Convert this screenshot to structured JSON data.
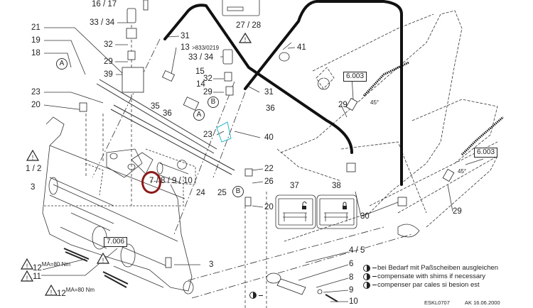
{
  "drawing": {
    "callouts": {
      "c16_17": "16 / 17",
      "c33_34_a": "33 / 34",
      "c32_a": "32",
      "c29_a": "29",
      "c39": "39",
      "c21": "21",
      "c19": "19",
      "c18": "18",
      "c23_a": "23",
      "c20_a": "20",
      "c31_a": "31",
      "c13": "13",
      "c13_note": ">833/0219",
      "c33_34_b": "33 / 34",
      "c15": "15",
      "c14": "14",
      "c32_b": "32",
      "c29_b": "29",
      "c35": "35",
      "c36_a": "36",
      "c27_28": "27 / 28",
      "c31_b": "31",
      "c36_b": "36",
      "c40": "40",
      "c23_b": "23",
      "c41": "41",
      "c29_c": "29",
      "c45_a": "45°",
      "c45_b": "45°",
      "c29_d": "29",
      "c30": "30",
      "c37": "37",
      "c38": "38",
      "c22": "22",
      "c26": "26",
      "c20_b": "20",
      "c24": "24",
      "c25": "25",
      "c7_10": "7 / 8 / 9 / 10",
      "c1_2": "1 / 2",
      "c3_a": "3",
      "c3_b": "3",
      "c12_a": "12",
      "c11": "11",
      "c12_b": "12",
      "torque_a": "MA=80  Nm",
      "torque_b": "MA=80  Nm",
      "c4_5": "4 / 5",
      "c6": "6",
      "c8": "8",
      "c9": "9",
      "c10": "10"
    },
    "ref_boxes": {
      "r6003_a": "6.003",
      "r6003_b": "6.003",
      "r7006": "7.006"
    },
    "port_markers": {
      "a1": "A",
      "a2": "A",
      "b1": "B",
      "b2": "B"
    },
    "highlighted_item": "7",
    "highlight_color": "#8b1a1a",
    "hose_color": "#111111",
    "cyan_part_color": "#2bb8c8",
    "legend": [
      "bei Bedarf mit Paßscheiben ausgleichen",
      "compensate with shims if necessary",
      "compenser par cales si besion est"
    ],
    "footer": {
      "drawing_no": "ESKL0707",
      "author_date": "AK  16.06.2000"
    },
    "icons": [
      "warning-triangle-icon",
      "lock-open-icon",
      "lock-closed-icon",
      "shim-symbol-icon"
    ]
  }
}
